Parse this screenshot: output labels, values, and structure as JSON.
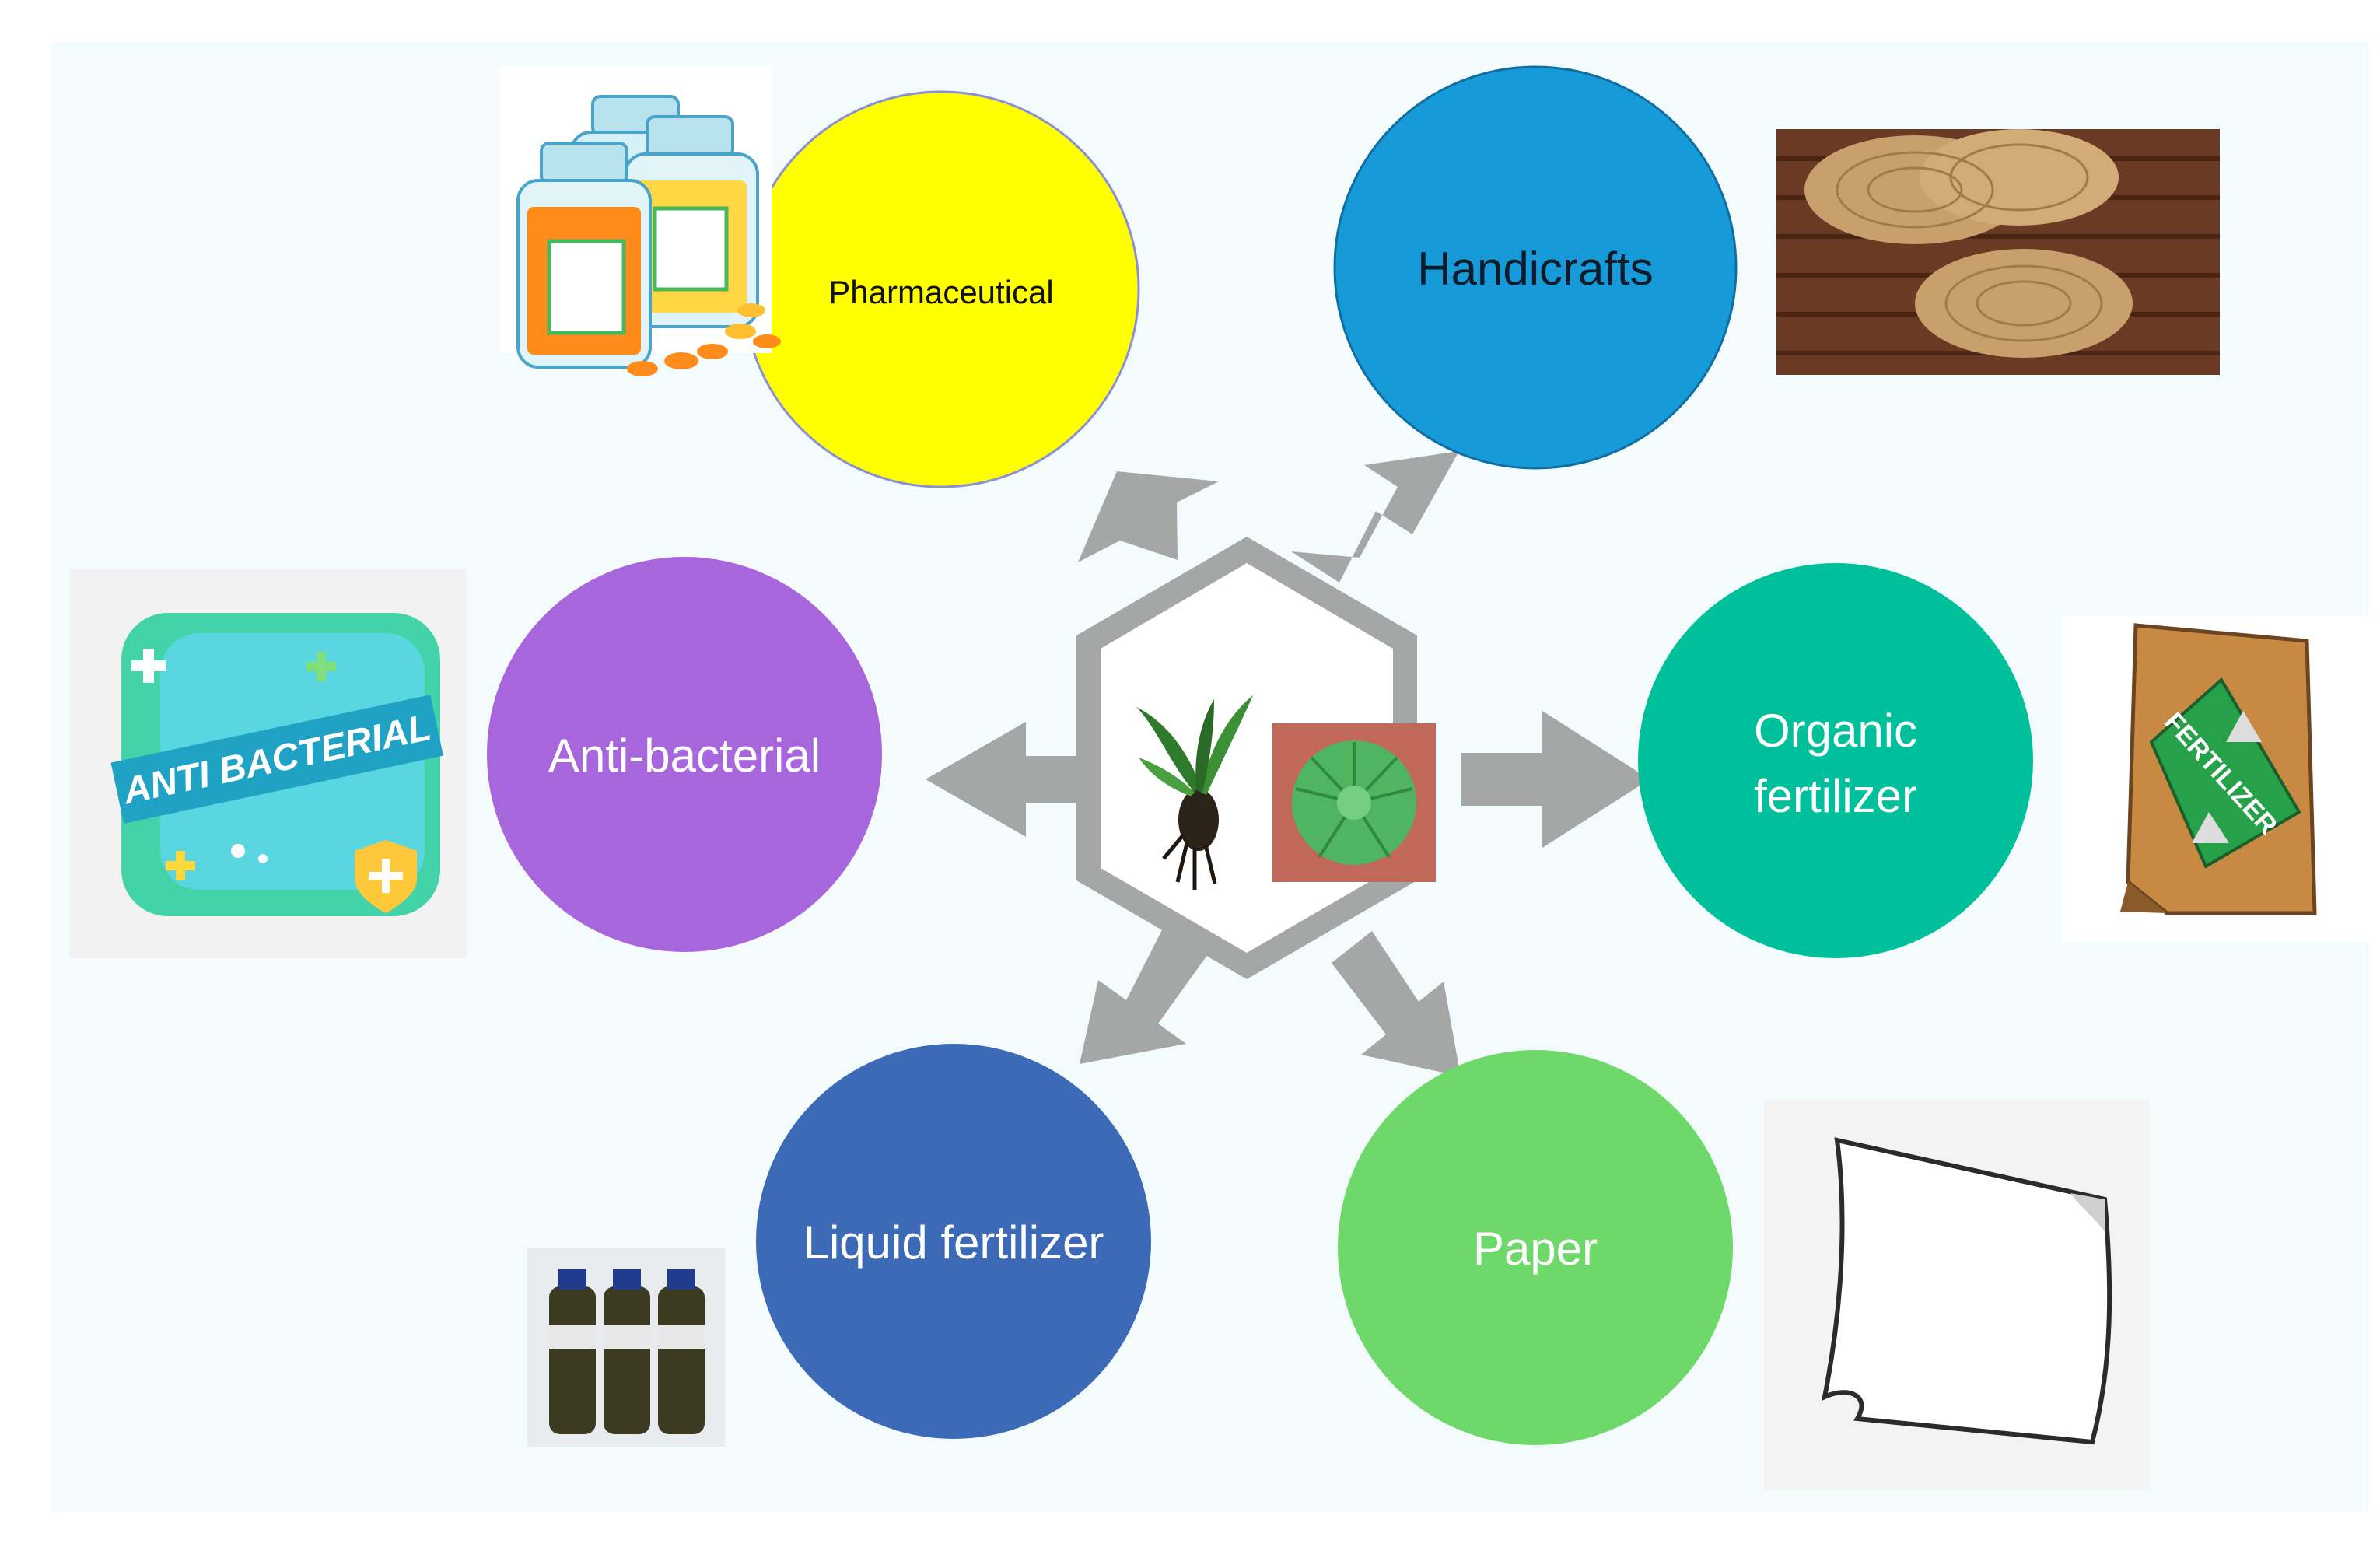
{
  "center": {
    "plant_photo": "water-plant-with-roots",
    "leaf_photo": "floating-rosette-leaf"
  },
  "nodes": [
    {
      "id": "pharmaceutical",
      "label": "Pharmaceutical",
      "color": "#ffff00",
      "text_color": "#111111",
      "illustration": "medicine-bottles"
    },
    {
      "id": "handicrafts",
      "label": "Handicrafts",
      "color": "#169ad8",
      "text_color": "#0d1b2a",
      "illustration": "woven-placemats"
    },
    {
      "id": "anti-bacterial",
      "label": "Anti-bacterial",
      "color": "#a866dd",
      "text_color": "#ffffff",
      "illustration": "anti-bacterial-banner"
    },
    {
      "id": "organic-fertilizer",
      "label_lines": [
        "Organic",
        "fertilizer"
      ],
      "color": "#00c09c",
      "text_color": "#ffffff",
      "illustration": "fertilizer-bag"
    },
    {
      "id": "liquid-fertilizer",
      "label": "Liquid fertilizer",
      "color": "#3d6ab6",
      "text_color": "#ffffff",
      "illustration": "liquid-fertilizer-bottles"
    },
    {
      "id": "paper",
      "label": "Paper",
      "color": "#6ed96a",
      "text_color": "#ffffff",
      "illustration": "paper-sheet"
    }
  ],
  "illustrations": {
    "anti_bacterial_banner_text": "ANTI BACTERIAL",
    "fertilizer_bag_text": "FERTILIZER"
  },
  "colors": {
    "background": "#f4fbfc",
    "arrow": "#a5a7a7",
    "hexagon": "#a5a7a7"
  }
}
